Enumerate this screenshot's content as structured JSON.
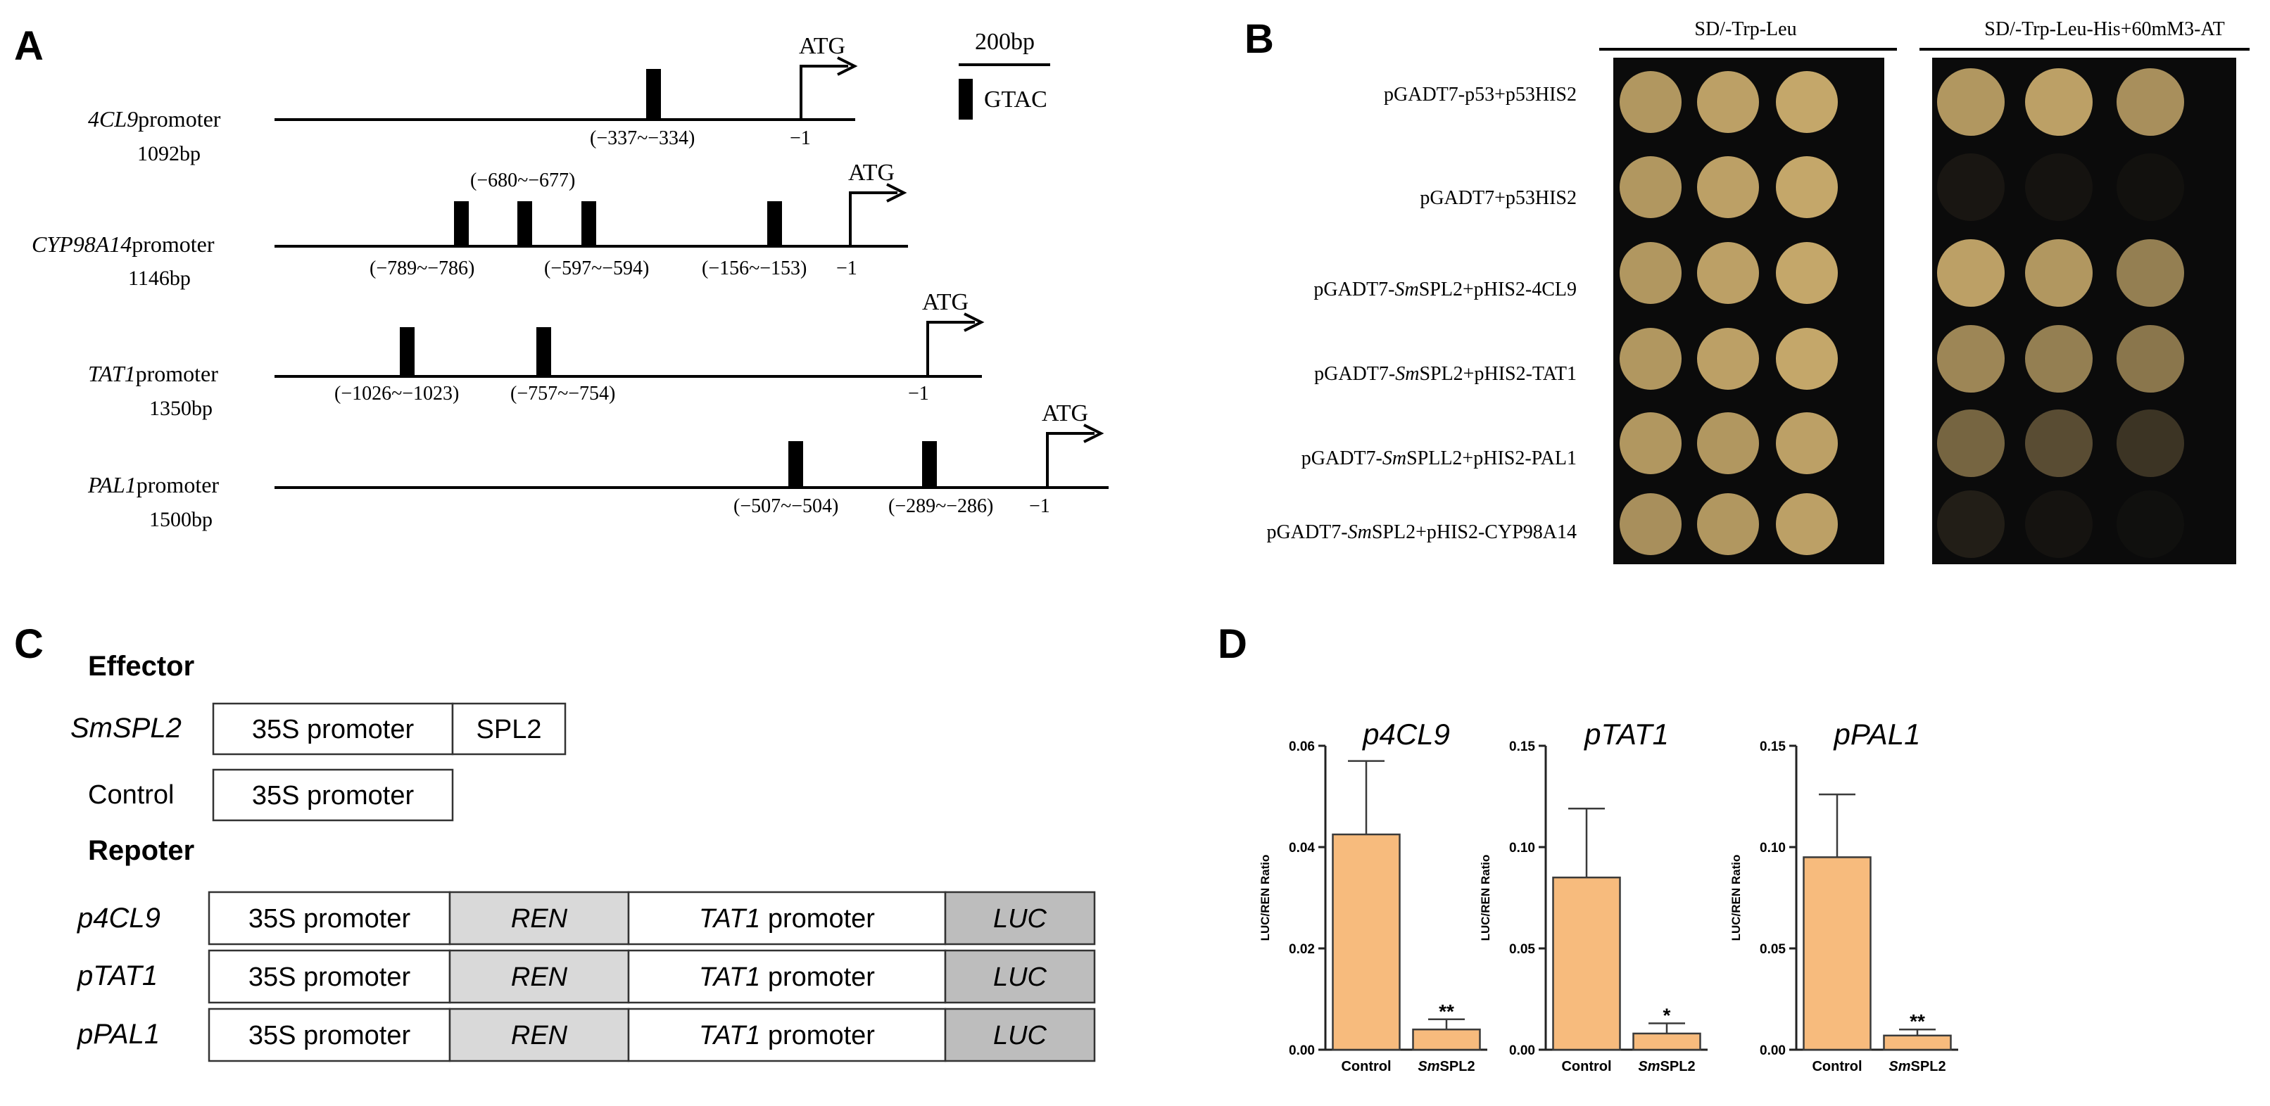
{
  "panels": {
    "a": "A",
    "b": "B",
    "c": "C",
    "d": "D"
  },
  "panel_a": {
    "scale_label": "200bp",
    "legend_label": "GTAC",
    "atg": "ATG",
    "tss": "−1",
    "promoters": [
      {
        "name": "4CL9",
        "suffix": "promoter",
        "length": "1092bp",
        "marks": [
          "(−337~−334)"
        ]
      },
      {
        "name": "CYP98A14",
        "suffix": "promoter",
        "length": "1146bp",
        "marks": [
          "(−789~−786)",
          "(−680~−677)",
          "(−597~−594)",
          "(−156~−153)"
        ]
      },
      {
        "name": "TAT1",
        "suffix": "promoter",
        "length": "1350bp",
        "marks": [
          "(−1026~−1023)",
          "(−757~−754)"
        ]
      },
      {
        "name": "PAL1",
        "suffix": "promoter",
        "length": "1500bp",
        "marks": [
          "(−507~−504)",
          "(−289~−286)"
        ]
      }
    ]
  },
  "panel_b": {
    "col1_title": "SD/-Trp-Leu",
    "col2_title": "SD/-Trp-Leu-His+60mM3-AT",
    "rows": [
      {
        "pre": "pGADT7-p53+p53HIS2",
        "ital": "",
        "post": ""
      },
      {
        "pre": "pGADT7+p53HIS2",
        "ital": "",
        "post": ""
      },
      {
        "pre": "pGADT7-",
        "ital": "Sm",
        "post": "SPL2+pHIS2-4CL9"
      },
      {
        "pre": "pGADT7-",
        "ital": "Sm",
        "post": "SPL2+pHIS2-TAT1"
      },
      {
        "pre": "pGADT7-",
        "ital": "Sm",
        "post": "SPLL2+pHIS2-PAL1"
      },
      {
        "pre": "pGADT7-",
        "ital": "Sm",
        "post": "SPL2+pHIS2-CYP98A14"
      }
    ]
  },
  "panel_c": {
    "effector_title": "Effector",
    "reporter_title": "Repoter",
    "effector_rows": [
      {
        "label": "SmSPL2",
        "promoter": "35S promoter",
        "gene": "SPL2"
      },
      {
        "label": "Control",
        "promoter": "35S promoter"
      }
    ],
    "reporter_rows": [
      {
        "label": "p4CL9",
        "promoter": "35S promoter",
        "ren": "REN",
        "tat1_ital": "TAT1",
        "tat1_rest": " promoter",
        "luc": "LUC"
      },
      {
        "label": "pTAT1",
        "promoter": "35S promoter",
        "ren": "REN",
        "tat1_ital": "TAT1",
        "tat1_rest": " promoter",
        "luc": "LUC"
      },
      {
        "label": "pPAL1",
        "promoter": "35S promoter",
        "ren": "REN",
        "tat1_ital": "TAT1",
        "tat1_rest": " promoter",
        "luc": "LUC"
      }
    ]
  },
  "colors": {
    "bar_fill": "#f7bb7d",
    "bar_stroke": "#3a3a3a",
    "ren_fill": "#d9d9d9",
    "luc_fill": "#bdbdbd",
    "plate_bg": "#0b0b0b",
    "colony": "#cfb070"
  },
  "chart_data": [
    {
      "type": "bar",
      "title": "p4CL9",
      "ylabel": "LUC/REN Ratio",
      "categories": [
        "Control",
        "SmSPL2"
      ],
      "category_ital": [
        "",
        "Sm"
      ],
      "category_rest": [
        "Control",
        "SPL2"
      ],
      "values": [
        0.0425,
        0.004
      ],
      "errors": [
        0.0145,
        0.002
      ],
      "significance": [
        "",
        "**"
      ],
      "ylim": [
        0,
        0.06
      ],
      "yticks": [
        0,
        0.02,
        0.04,
        0.06
      ],
      "yticklabels": [
        "0.00",
        "0.02",
        "0.04",
        "0.06"
      ]
    },
    {
      "type": "bar",
      "title": "pTAT1",
      "ylabel": "LUC/REN Ratio",
      "categories": [
        "Control",
        "SmSPL2"
      ],
      "category_ital": [
        "",
        "Sm"
      ],
      "category_rest": [
        "Control",
        "SPL2"
      ],
      "values": [
        0.085,
        0.008
      ],
      "errors": [
        0.034,
        0.005
      ],
      "significance": [
        "",
        "*"
      ],
      "ylim": [
        0,
        0.15
      ],
      "yticks": [
        0,
        0.05,
        0.1,
        0.15
      ],
      "yticklabels": [
        "0.00",
        "0.05",
        "0.10",
        "0.15"
      ]
    },
    {
      "type": "bar",
      "title": "pPAL1",
      "ylabel": "LUC/REN Ratio",
      "categories": [
        "Control",
        "SmSPL2"
      ],
      "category_ital": [
        "",
        "Sm"
      ],
      "category_rest": [
        "Control",
        "SPL2"
      ],
      "values": [
        0.095,
        0.007
      ],
      "errors": [
        0.031,
        0.003
      ],
      "significance": [
        "",
        "**"
      ],
      "ylim": [
        0,
        0.15
      ],
      "yticks": [
        0,
        0.05,
        0.1,
        0.15
      ],
      "yticklabels": [
        "0.00",
        "0.05",
        "0.10",
        "0.15"
      ]
    }
  ]
}
